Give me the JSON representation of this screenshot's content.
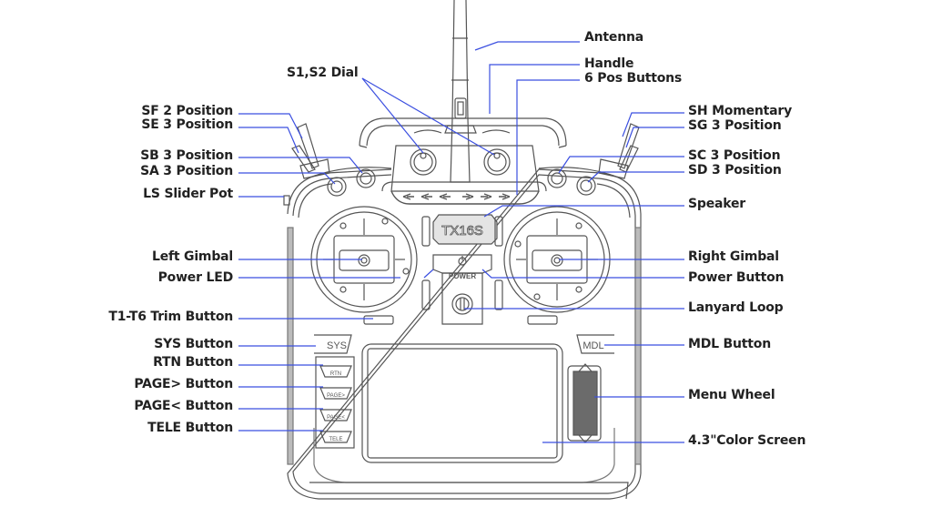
{
  "diagram": {
    "subject": "TX16S radio transmitter",
    "model_badge": "TX16S",
    "power_label": "POWER",
    "screen_buttons": {
      "sys": "SYS",
      "mdl": "MDL",
      "rtn": "RTN",
      "page_next": "PAGE>",
      "page_prev": "PAGE<",
      "tele": "TELE"
    },
    "leader_color": "#3b4fe0",
    "outline_color": "#555555"
  },
  "labels": {
    "top": {
      "antenna": "Antenna",
      "handle": "Handle",
      "six_pos": "6 Pos Buttons",
      "s1s2": "S1,S2 Dial"
    },
    "left": {
      "sf": "SF 2 Position",
      "se": "SE 3 Position",
      "sb": "SB 3 Position",
      "sa": "SA 3 Position",
      "ls": "LS Slider Pot",
      "left_gimbal": "Left Gimbal",
      "power_led": "Power LED",
      "trim": "T1-T6 Trim Button",
      "sys": "SYS Button",
      "rtn": "RTN Button",
      "page_next": "PAGE> Button",
      "page_prev": "PAGE< Button",
      "tele": "TELE Button"
    },
    "right": {
      "sh": "SH Momentary",
      "sg": "SG 3 Position",
      "sc": "SC 3 Position",
      "sd": "SD 3 Position",
      "speaker": "Speaker",
      "right_gimbal": "Right Gimbal",
      "power_button": "Power Button",
      "lanyard": "Lanyard Loop",
      "mdl": "MDL Button",
      "menu_wheel": "Menu Wheel",
      "screen": "4.3\"Color Screen"
    }
  }
}
